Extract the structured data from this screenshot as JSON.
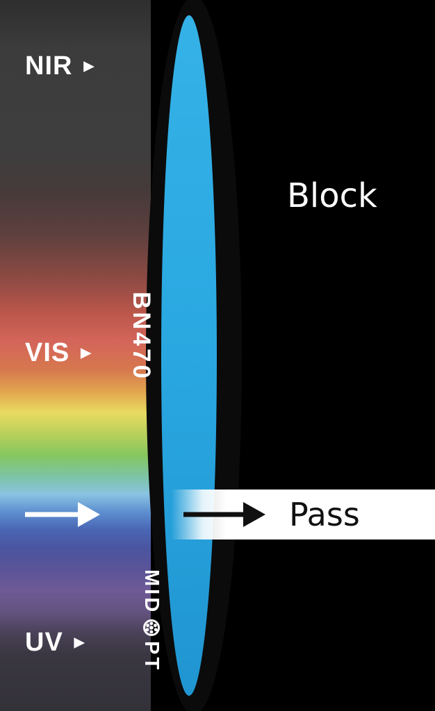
{
  "diagram": {
    "spectrum_labels": {
      "nir": "NIR",
      "vis": "VIS",
      "uv": "UV",
      "arrowhead_glyph": "▶"
    },
    "filter": {
      "model": "BN470",
      "brand_prefix": "MID",
      "brand_suffix": "PT"
    },
    "beam": {
      "block_label": "Block",
      "pass_label": "Pass"
    },
    "colors": {
      "background": "#000000",
      "ring_black": "#0b0b0b",
      "glass_blue": "#29a7e0",
      "beam_white": "#ffffff",
      "spectrum_gray_nir": "#3d3d3d",
      "spectrum_red": "#d4655a",
      "spectrum_yellow": "#e9da60",
      "spectrum_green": "#86c75e",
      "spectrum_blue": "#4a66b4",
      "spectrum_violet": "#6e5a96",
      "spectrum_gray_uv": "#3a3742"
    }
  }
}
